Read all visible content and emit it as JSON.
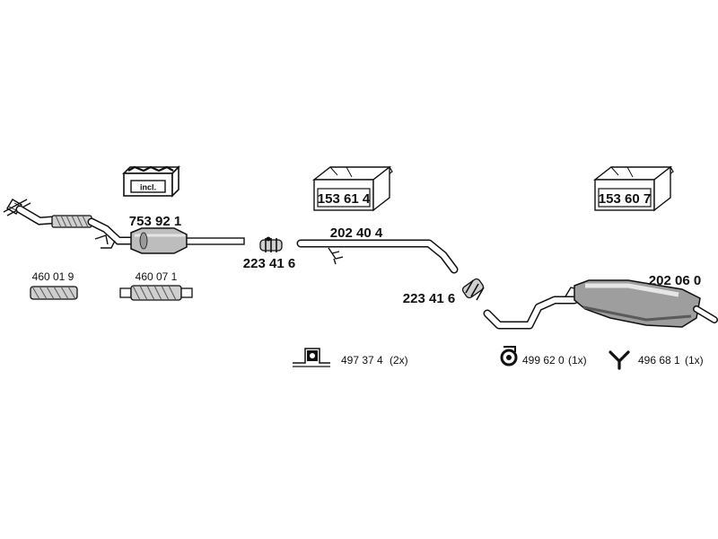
{
  "kit_boxes": [
    {
      "number": "153 61 4"
    },
    {
      "number": "153 60 7"
    }
  ],
  "mount_box": {
    "badge": "incl."
  },
  "parts": {
    "catalytic_converter": "753 92 1",
    "clamp_1": "223 41 6",
    "middle_pipe": "202 40 4",
    "clamp_2": "223 41 6",
    "rear_silencer": "202 06 0",
    "flex_pipe_1": "460 01 9",
    "flex_pipe_2": "460 07 1"
  },
  "hardware": [
    {
      "code": "497 37 4",
      "qty": "(2x)"
    },
    {
      "code": "499 62 0",
      "qty": "(1x)"
    },
    {
      "code": "496 68 1",
      "qty": "(1x)"
    }
  ]
}
